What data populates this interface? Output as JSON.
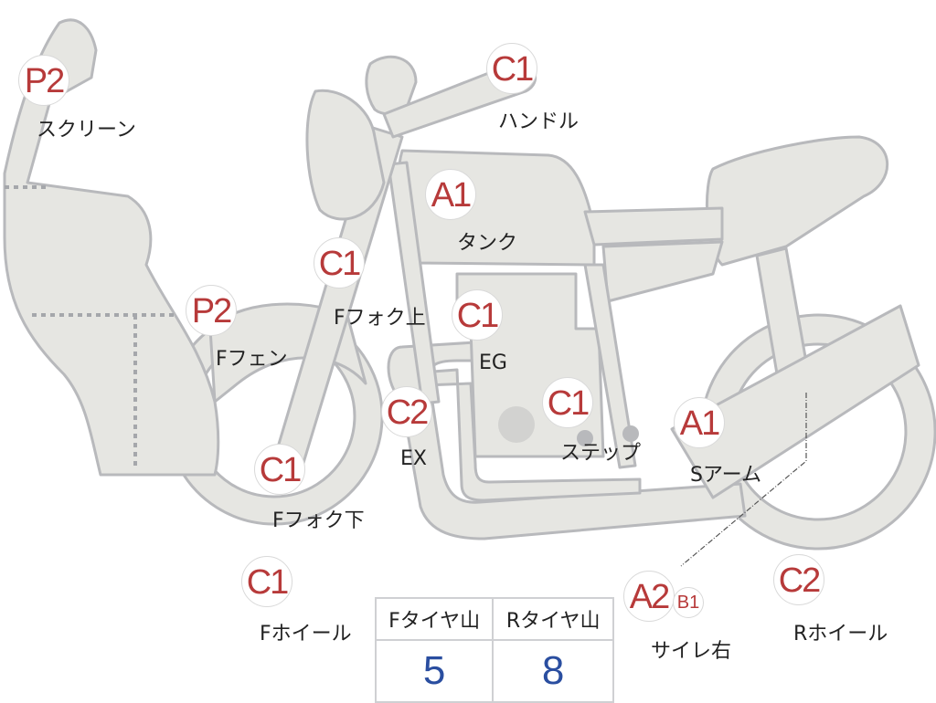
{
  "colors": {
    "body_fill": "#e6e6e2",
    "body_stroke": "#b8b9bc",
    "badge_text": "#b73a3a",
    "value_text": "#2a4ea0"
  },
  "parts": [
    {
      "id": "screen",
      "code": "P2",
      "label": "スクリーン"
    },
    {
      "id": "handle",
      "code": "C1",
      "label": "ハンドル"
    },
    {
      "id": "tank",
      "code": "A1",
      "label": "タンク"
    },
    {
      "id": "fork-upper",
      "code": "C1",
      "label": "Fフォク上"
    },
    {
      "id": "engine",
      "code": "C1",
      "label": "EG"
    },
    {
      "id": "front-fender",
      "code": "P2",
      "label": "Fフェン"
    },
    {
      "id": "exhaust",
      "code": "C2",
      "label": "EX"
    },
    {
      "id": "step",
      "code": "C1",
      "label": "ステップ"
    },
    {
      "id": "swing-arm",
      "code": "A1",
      "label": "Sアーム"
    },
    {
      "id": "fork-lower",
      "code": "C1",
      "label": "Fフォク下"
    },
    {
      "id": "front-wheel",
      "code": "C1",
      "label": "Fホイール"
    },
    {
      "id": "silencer-right",
      "code": "A2",
      "code2": "B1",
      "label": "サイレ右"
    },
    {
      "id": "rear-wheel",
      "code": "C2",
      "label": "Rホイール"
    }
  ],
  "tread": {
    "front_header": "Fタイヤ山",
    "rear_header": "Rタイヤ山",
    "front_value": "5",
    "rear_value": "8"
  }
}
